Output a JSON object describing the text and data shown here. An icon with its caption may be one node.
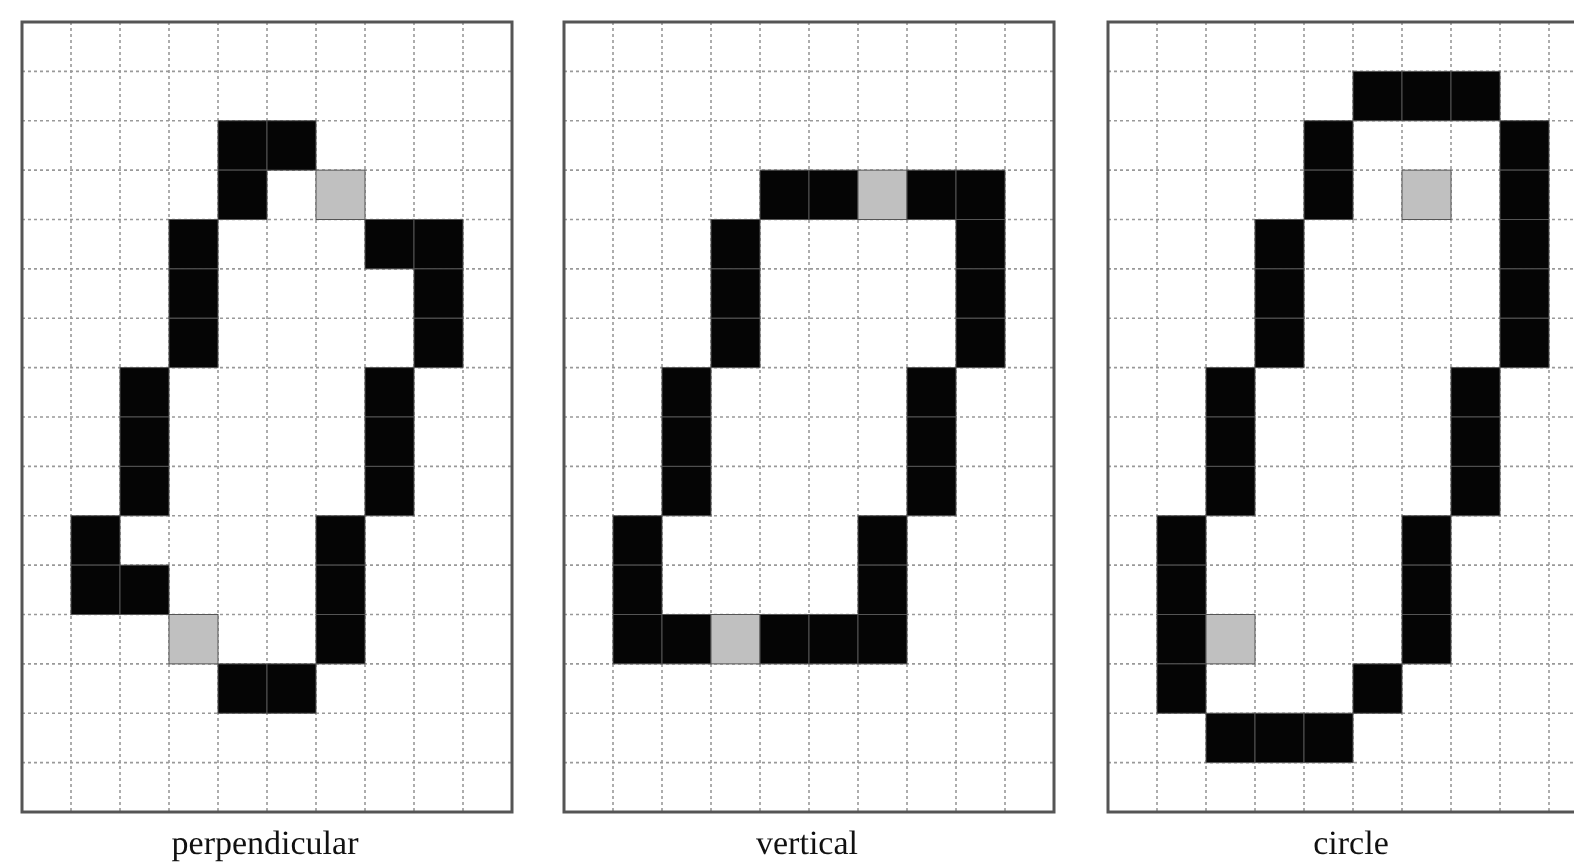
{
  "diagram": {
    "labels": [
      "perpendicular",
      "vertical",
      "circle"
    ]
  }
}
